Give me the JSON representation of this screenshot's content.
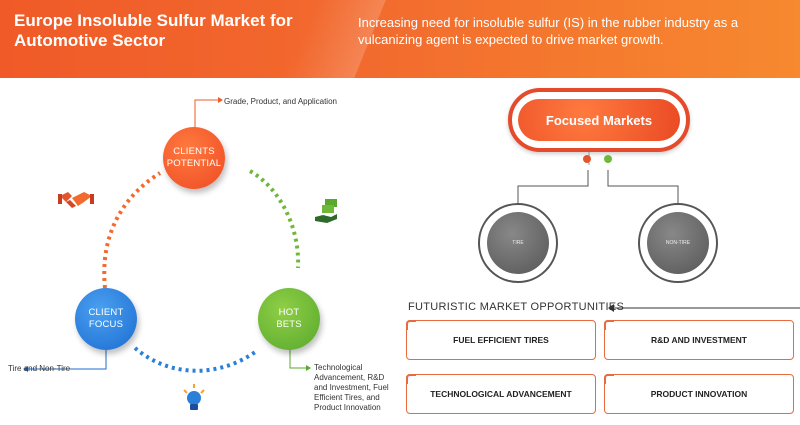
{
  "header": {
    "title": "Europe Insoluble Sulfur Market for Automotive Sector",
    "description": "Increasing need for insoluble sulfur (IS) in the rubber industry as a vulcanizing agent is expected to drive market growth."
  },
  "cycle": {
    "clients_potential": {
      "line1": "CLIENTS",
      "line2": "POTENTIAL",
      "note": "Grade, Product, and Application"
    },
    "client_focus": {
      "line1": "CLIENT",
      "line2": "FOCUS",
      "note": "Tire and Non-Tire"
    },
    "hot_bets": {
      "line1": "HOT",
      "line2": "BETS",
      "note": "Technological Advancement, R&D and Investment, Fuel Efficient Tires, and Product Innovation"
    }
  },
  "focused_markets": {
    "title": "Focused Markets",
    "markets": [
      {
        "label": "TIRE"
      },
      {
        "label": "NON-TIRE"
      }
    ]
  },
  "opportunities": {
    "title": "FUTURISTIC MARKET OPPORTUNITIES",
    "items": [
      {
        "label": "FUEL EFFICIENT TIRES"
      },
      {
        "label": "R&D AND INVESTMENT"
      },
      {
        "label": "TECHNOLOGICAL ADVANCEMENT"
      },
      {
        "label": "PRODUCT INNOVATION"
      }
    ]
  },
  "colors": {
    "orange": "#f05a28",
    "blue": "#1c6cd0",
    "green": "#58a82e",
    "gray": "#555555"
  },
  "icons": [
    "handshake-icon",
    "money-hand-icon",
    "lightbulb-icon"
  ]
}
